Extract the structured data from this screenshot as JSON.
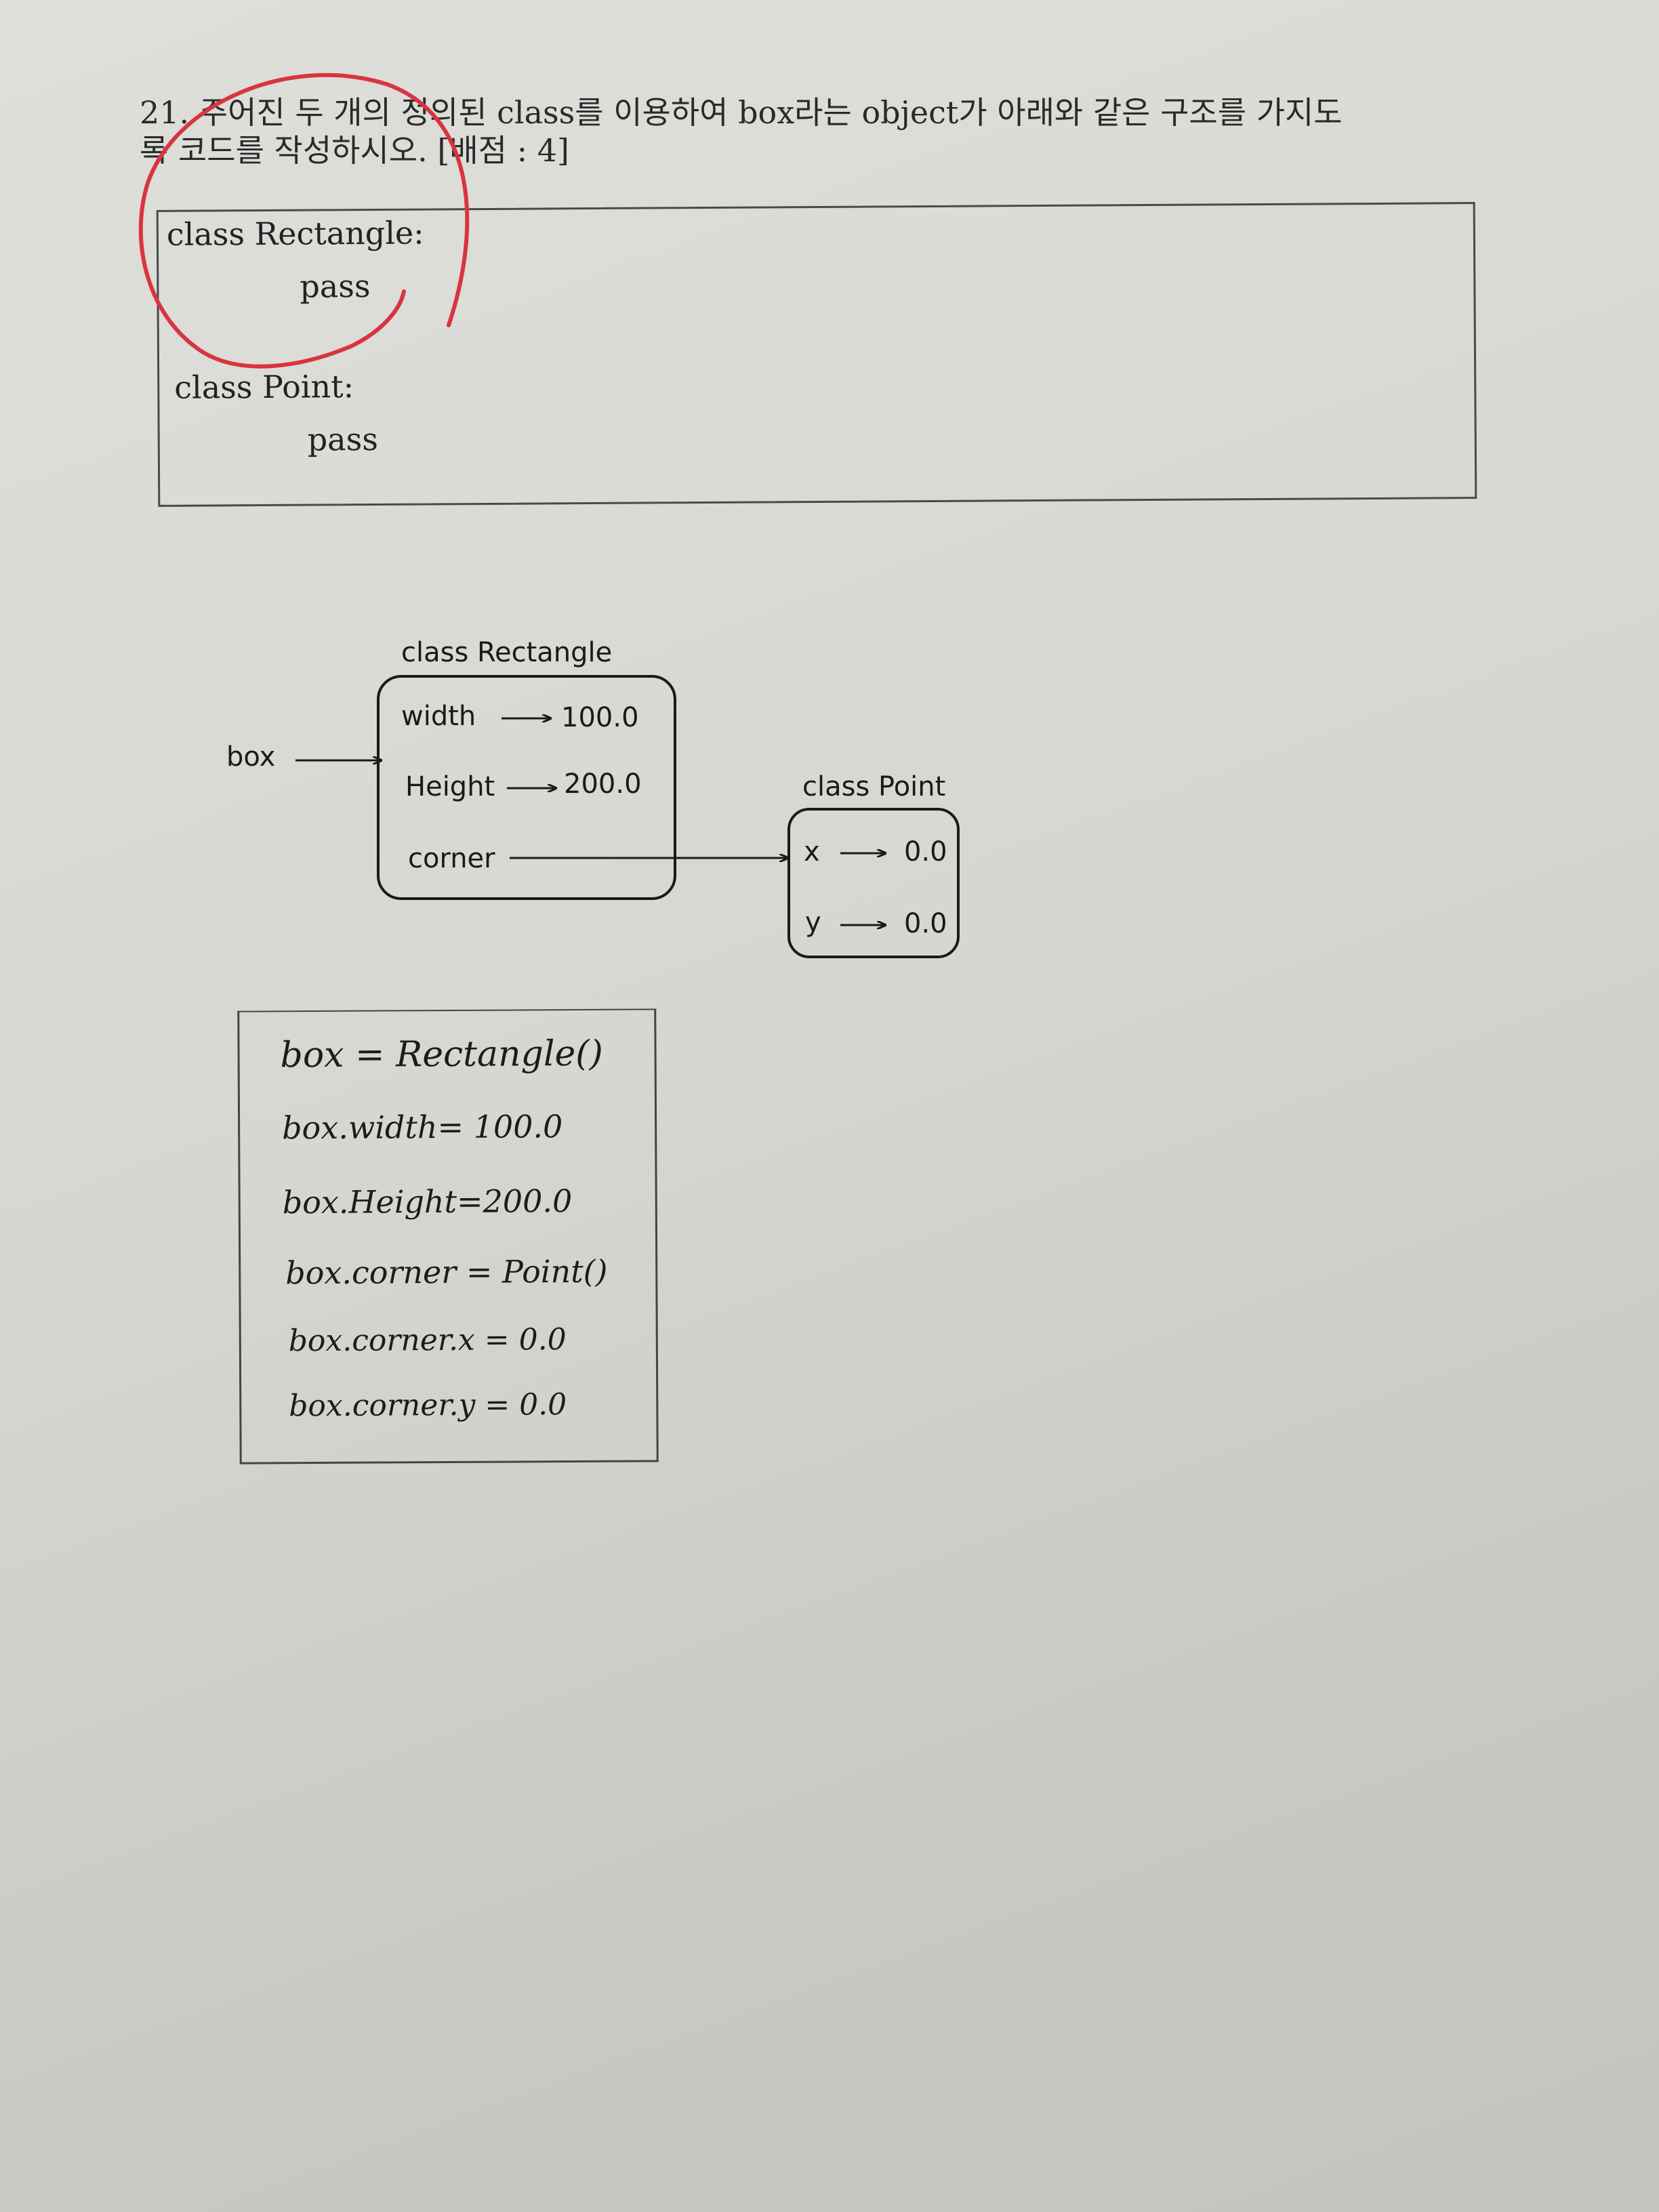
{
  "question": {
    "line1": "21. 주어진 두 개의 정의된 class를 이용하여 box라는 object가 아래와 같은 구조를 가지도",
    "line2": "록 코드를 작성하시오. [배점 : 4]"
  },
  "given_code": [
    "class Rectangle:",
    "pass",
    "class Point:",
    "pass"
  ],
  "diagram": {
    "box_label": "box",
    "rect_class_label": "class Rectangle",
    "rect_fields": [
      {
        "name": "width",
        "value": "100.0"
      },
      {
        "name": "Height",
        "value": "200.0"
      },
      {
        "name": "corner",
        "value": ""
      }
    ],
    "point_class_label": "class Point",
    "point_fields": [
      {
        "name": "x",
        "value": "0.0"
      },
      {
        "name": "y",
        "value": "0.0"
      }
    ]
  },
  "handwritten_answer": [
    "box = Rectangle()",
    "box.width= 100.0",
    "box.Height=200.0",
    "box.corner = Point()",
    "box.corner.x = 0.0",
    "box.corner.y = 0.0"
  ],
  "colors": {
    "paper": "#dcdcd8",
    "ink": "#1e1e1e",
    "grading_mark": "#d9343f"
  }
}
